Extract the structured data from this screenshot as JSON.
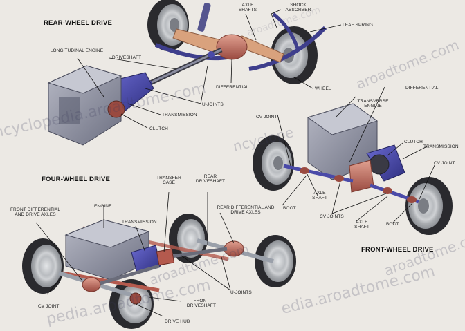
{
  "colors": {
    "background": "#ece9e4",
    "tire": "#1f1f22",
    "rim": "#c9ccd0",
    "engine": "#8c8fa0",
    "transmission": "#4a4aa8",
    "driveline": "#b45a4e",
    "axle": "#d9a27d",
    "spring": "#3e3e8c"
  },
  "sections": {
    "rear_wheel_drive": "REAR-WHEEL DRIVE",
    "four_wheel_drive": "FOUR-WHEEL DRIVE",
    "front_wheel_drive": "FRONT-WHEEL DRIVE"
  },
  "rwd_labels": {
    "axle_shafts": "AXLE SHAFTS",
    "shock_absorber": "SHOCK ABSORBER",
    "leaf_spring": "LEAF SPRING",
    "longitudinal_engine": "LONGITUDINAL ENGINE",
    "driveshaft": "DRIVESHAFT",
    "differential": "DIFFERENTIAL",
    "wheel": "WHEEL",
    "u_joints": "U-JOINTS",
    "transmission": "TRANSMISSION",
    "clutch": "CLUTCH"
  },
  "fwd_labels": {
    "differential": "DIFFERENTIAL",
    "transverse_engine": "TRANSVERSE ENGINE",
    "cv_joint_left": "CV JOINT",
    "clutch": "CLUTCH",
    "transmission": "TRANSMISSION",
    "cv_joint_right": "CV JOINT",
    "axle_shaft_left": "AXLE SHAFT",
    "boot_left": "BOOT",
    "cv_joints": "CV JOINTS",
    "axle_shaft_right": "AXLE SHAFT",
    "boot_right": "BOOT"
  },
  "fourwd_labels": {
    "transfer_case": "TRANSFER CASE",
    "rear_driveshaft": "REAR DRIVESHAFT",
    "front_differential": "FRONT DIFFERENTIAL AND DRIVE AXLES",
    "engine": "ENGINE",
    "transmission": "TRANSMISSION",
    "rear_differential": "REAR DIFFERENTIAL AND DRIVE AXLES",
    "cv_joint": "CV JOINT",
    "u_joints": "U-JOINTS",
    "front_driveshaft": "FRONT DRIVESHAFT",
    "drive_hub": "DRIVE HUB"
  },
  "watermarks": [
    "ncyclopedia.aroadtome.com",
    "ncyclope",
    "aroadtome.com",
    "aroadtome.com",
    "edia.aroadtome.com",
    "aroadtome.com",
    "pedia.aroadtome.com",
    "aroadtome.com"
  ]
}
